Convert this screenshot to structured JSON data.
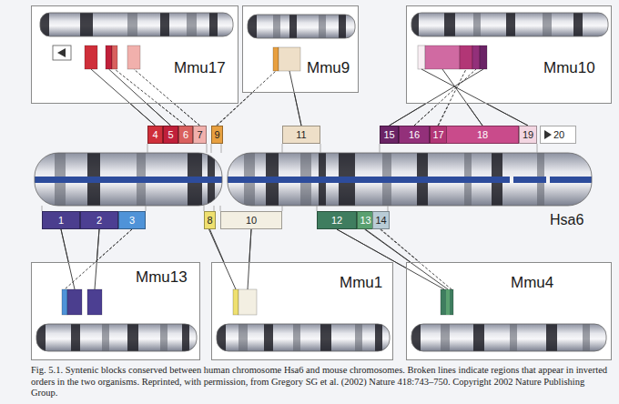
{
  "diagram": {
    "caption": "Fig. 5.1. Syntenic blocks conserved between human chromosome Hsa6 and mouse chromosomes. Broken lines indicate regions that appear in inverted orders in the two organisms. Reprinted, with permission, from Gregory SG et al. (2002) Nature 418:743–750. Copyright 2002 Nature Publishing Group.",
    "nodes": [
      {
        "text": [
          "Mmu17"
        ]
      },
      {
        "text": [
          "Mmu9"
        ]
      },
      {
        "text": [
          "Mmu10"
        ]
      },
      {
        "text": [
          "4"
        ]
      },
      {
        "text": [
          "5"
        ]
      },
      {
        "text": [
          "6"
        ]
      },
      {
        "text": [
          "7"
        ]
      },
      {
        "text": [
          "9"
        ]
      },
      {
        "text": [
          "11"
        ]
      },
      {
        "text": [
          "15"
        ]
      },
      {
        "text": [
          "16"
        ]
      },
      {
        "text": [
          "17"
        ]
      },
      {
        "text": [
          "18"
        ]
      },
      {
        "text": [
          "19"
        ]
      },
      {
        "text": [
          "20"
        ]
      },
      {
        "text": [
          "1"
        ]
      },
      {
        "text": [
          "2"
        ]
      },
      {
        "text": [
          "3"
        ]
      },
      {
        "text": [
          "8"
        ]
      },
      {
        "text": [
          "10"
        ]
      },
      {
        "text": [
          "12"
        ]
      },
      {
        "text": [
          "13"
        ]
      },
      {
        "text": [
          "14"
        ]
      },
      {
        "text": [
          "Mmu13"
        ]
      },
      {
        "text": [
          "Mmu1"
        ]
      },
      {
        "text": [
          "Mmu4"
        ]
      }
    ],
    "edges": [
      {
        "from": 3,
        "to": 0,
        "arrow": "none"
      },
      {
        "from": 4,
        "to": 0,
        "arrow": "none"
      },
      {
        "from": 5,
        "to": 0,
        "arrow": "none"
      },
      {
        "from": 6,
        "to": 0,
        "arrow": "none"
      },
      {
        "from": 7,
        "to": 1,
        "arrow": "none"
      },
      {
        "from": 8,
        "to": 1,
        "arrow": "none"
      },
      {
        "from": 9,
        "to": 2,
        "arrow": "none"
      },
      {
        "from": 10,
        "to": 2,
        "arrow": "none"
      },
      {
        "from": 11,
        "to": 2,
        "arrow": "none"
      },
      {
        "from": 12,
        "to": 2,
        "arrow": "none"
      },
      {
        "from": 13,
        "to": 2,
        "arrow": "none"
      },
      {
        "from": 15,
        "to": 23,
        "arrow": "none"
      },
      {
        "from": 16,
        "to": 23,
        "arrow": "none"
      },
      {
        "from": 17,
        "to": 23,
        "arrow": "none"
      },
      {
        "from": 18,
        "to": 24,
        "arrow": "none"
      },
      {
        "from": 19,
        "to": 24,
        "arrow": "none"
      },
      {
        "from": 20,
        "to": 25,
        "arrow": "none"
      },
      {
        "from": 21,
        "to": 25,
        "arrow": "none"
      },
      {
        "from": 22,
        "to": 25,
        "arrow": "none"
      }
    ],
    "labels": [
      "Hsa6"
    ]
  }
}
